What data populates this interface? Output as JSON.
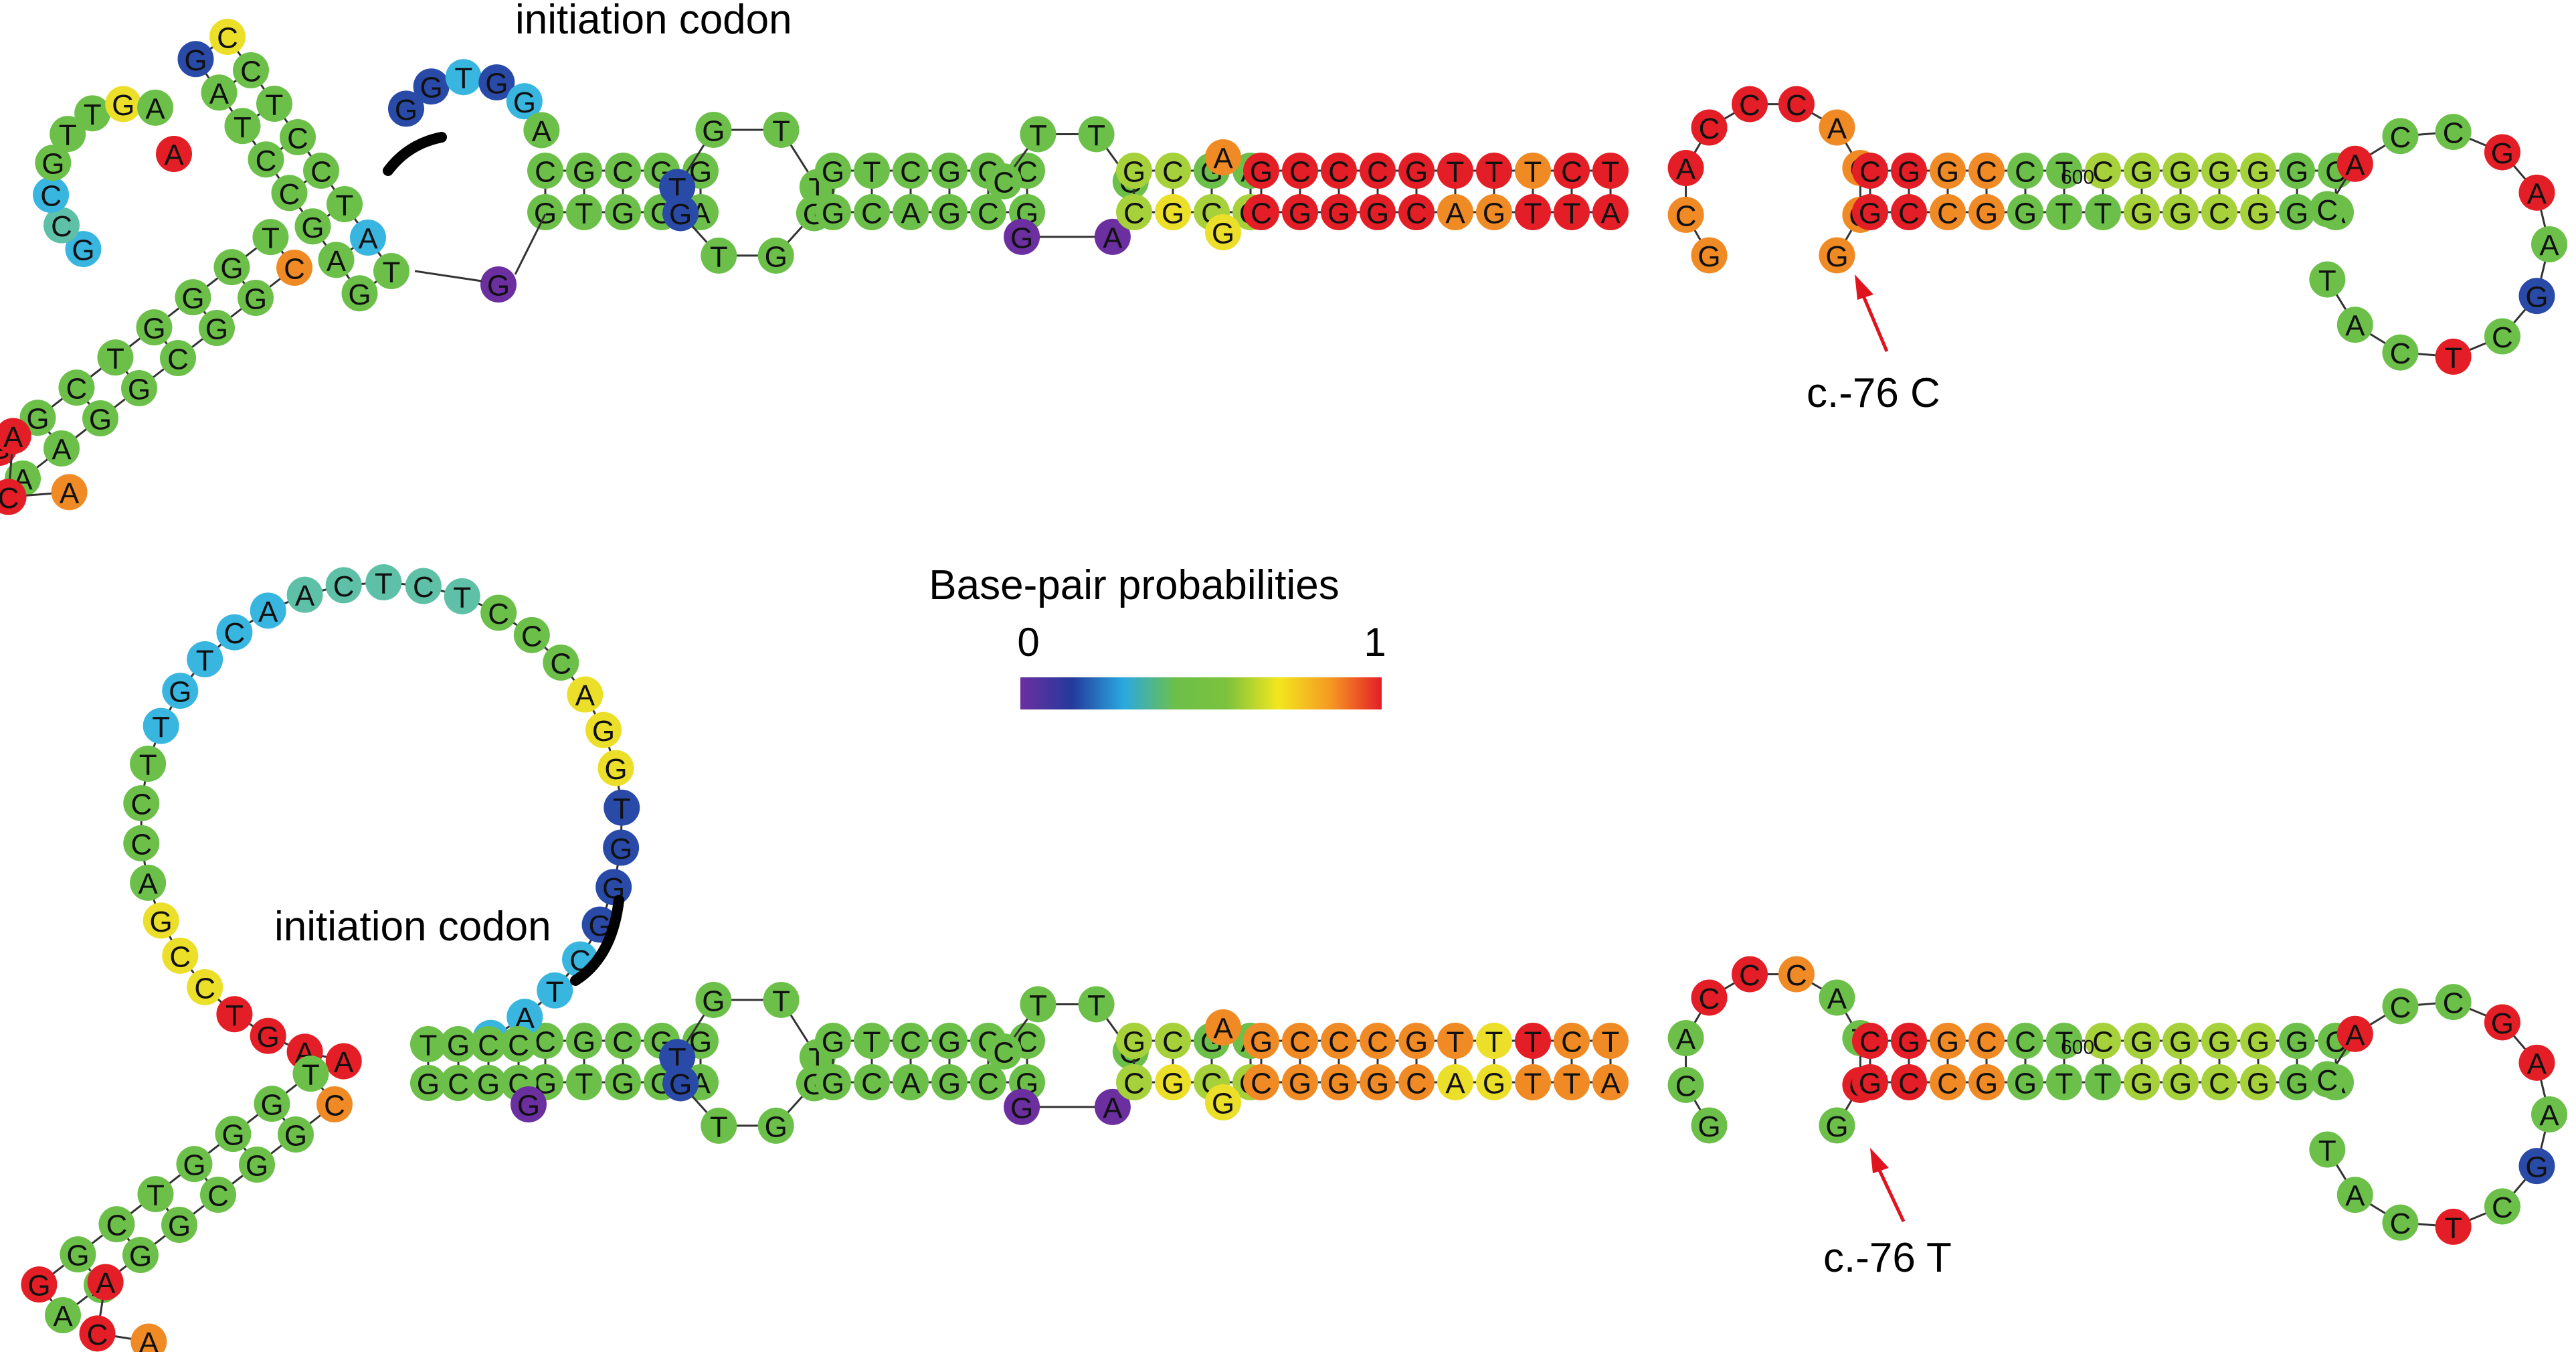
{
  "legend": {
    "title": "Base-pair probabilities",
    "min_label": "0",
    "max_label": "1",
    "gradient_colors": [
      "#6b2fa0",
      "#243a9c",
      "#2aa9e0",
      "#6cc04a",
      "#7cc23e",
      "#f2e71e",
      "#f59a22",
      "#e41e26"
    ]
  },
  "structures": [
    {
      "id": "wildtype",
      "codon_label": "initiation codon",
      "variant_label": "c.-76 C",
      "index_label": "600",
      "five_prime_arms": [
        {
          "seq": "AGTCCTCCGTGGAGC",
          "color_codes": "g g g y g g c b b c g g g g g"
        },
        {
          "seq": "AGTTCGCCCTCCAGA",
          "color_codes": "r o g g g g g c c c g g g g g"
        }
      ],
      "helices": [
        {
          "name": "stem-1",
          "top": "CGCGG",
          "bottom": "GTGGA",
          "color": "g"
        },
        {
          "name": "stem-2",
          "top": "GTCGCC",
          "bottom": "GCAGCG",
          "color": "g"
        },
        {
          "name": "stem-3",
          "top": "GCGA",
          "bottom": "CGCG",
          "color": "y"
        },
        {
          "name": "stem-4",
          "top": "GCCCGTTTCT",
          "bottom": "CGGGCAGTTA",
          "color": "r"
        },
        {
          "name": "stem-5",
          "top": "CGGCCTCGGGGGC",
          "bottom": "GCCGGTTGGCGGA",
          "color": "y"
        }
      ],
      "loops": [
        {
          "name": "loop-1",
          "seq": "TGTTGG",
          "color": "b"
        },
        {
          "name": "loop-2",
          "seq": "AG",
          "color": "p"
        },
        {
          "name": "loop-3",
          "seq": "GCACCCACGG",
          "color": "r"
        },
        {
          "name": "loop-4",
          "seq": "CACCGAAGCTCAT",
          "color": "g"
        }
      ]
    },
    {
      "id": "mutant",
      "codon_label": "initiation codon",
      "variant_label": "c.-76 T",
      "index_label": "600",
      "open_loop_seq": "AAGTCCGACCTTGTCAACTCTCCCAGGTGGGCTAC",
      "five_prime_arms": [
        {
          "seq": "AGTCCTCCGTGGAGC",
          "color_codes": "r g g g g g g g g o g g g g g"
        },
        {
          "seq": "AGCGGTCTGCCGAG",
          "color_codes": "r g g g g g g g o g g g g g"
        }
      ],
      "helices": [
        {
          "name": "stem-1",
          "top": "CGCGG",
          "bottom": "GTGGA",
          "color": "g"
        },
        {
          "name": "stem-2",
          "top": "GTCGCC",
          "bottom": "GCAGCG",
          "color": "g"
        },
        {
          "name": "stem-3",
          "top": "GCGA",
          "bottom": "CGCG",
          "color": "y"
        },
        {
          "name": "stem-4",
          "top": "GCCCGTTTCT",
          "bottom": "CGGGCAGTTA",
          "color": "o"
        },
        {
          "name": "stem-5",
          "top": "CGGCCTCGGGGGC",
          "bottom": "GCCGGTTGGCGGA",
          "color": "y"
        }
      ],
      "loops": [
        {
          "name": "loop-1",
          "seq": "TGTTGG",
          "color": "b"
        },
        {
          "name": "loop-2",
          "seq": "AG",
          "color": "p"
        },
        {
          "name": "loop-3",
          "seq": "GCACCCATGG",
          "color": "g"
        },
        {
          "name": "loop-4",
          "seq": "CACCGAAGCTCAT",
          "color": "g"
        }
      ]
    }
  ],
  "palette": {
    "p": "#6b2fa0",
    "b": "#2a4aa8",
    "c": "#39b6e0",
    "t": "#5fc0a8",
    "g": "#6cc04a",
    "l": "#a6d13a",
    "y": "#ecdf2a",
    "o": "#f08a24",
    "r": "#e41e26"
  }
}
